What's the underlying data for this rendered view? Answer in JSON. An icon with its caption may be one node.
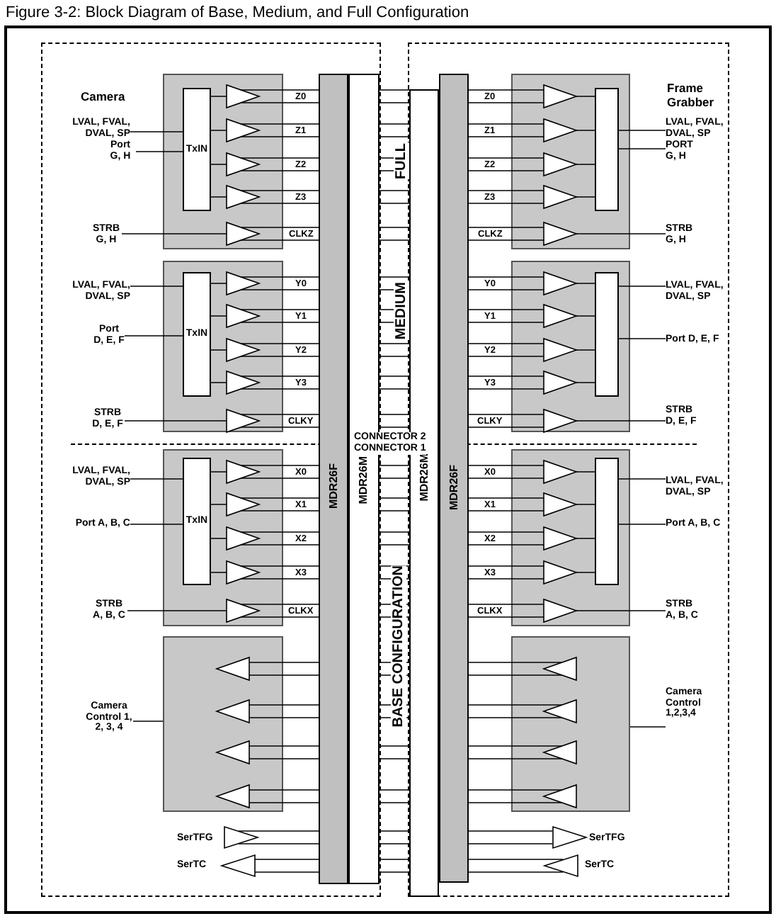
{
  "diagram": {
    "title": "Figure 3-2: Block Diagram of Base, Medium, and Full Configuration",
    "nodes": [
      {
        "text": [
          "Camera"
        ]
      },
      {
        "text": [
          "Frame Grabber"
        ]
      },
      {
        "text": [],
        "shape": "box",
        "in": 0
      },
      {
        "text": [
          "TxIN"
        ],
        "in": 2
      },
      {
        "text": [],
        "shape": "box",
        "in": 0
      },
      {
        "text": [
          "TxIN"
        ],
        "in": 4
      },
      {
        "text": [],
        "shape": "box",
        "in": 0
      },
      {
        "text": [
          "TxIN"
        ],
        "in": 6
      },
      {
        "text": [],
        "shape": "box",
        "in": 0
      },
      {
        "text": [
          "MDR26F"
        ],
        "in": 0
      },
      {
        "text": [
          "MDR26M"
        ],
        "in": 0
      },
      {
        "text": [
          "MDR26M"
        ],
        "in": 1
      },
      {
        "text": [
          "MDR26F"
        ],
        "in": 1
      },
      {
        "text": [],
        "shape": "box",
        "in": 1
      },
      {
        "text": [],
        "shape": "box",
        "in": 13
      },
      {
        "text": [],
        "shape": "box",
        "in": 1
      },
      {
        "text": [],
        "shape": "box",
        "in": 15
      },
      {
        "text": [],
        "shape": "box",
        "in": 1
      },
      {
        "text": [],
        "shape": "box",
        "in": 17
      },
      {
        "text": [],
        "shape": "box",
        "in": 1
      },
      {
        "text": [],
        "shape": "triangle",
        "in": 0,
        "beside": [
          "SerTFG"
        ]
      },
      {
        "text": [],
        "shape": "triangle",
        "in": 0,
        "beside": [
          "SerTC"
        ]
      },
      {
        "text": [],
        "shape": "triangle",
        "in": 1,
        "beside": [
          "SerTFG"
        ]
      },
      {
        "text": [],
        "shape": "triangle",
        "in": 1,
        "beside": [
          "SerTC"
        ]
      },
      {
        "text": [
          "LVAL, FVAL, DVAL, SP"
        ],
        "in": 0
      },
      {
        "text": [
          "Port G, H"
        ],
        "in": 0
      },
      {
        "text": [
          "STRB G, H"
        ],
        "in": 0
      },
      {
        "text": [
          "LVAL, FVAL, DVAL, SP"
        ],
        "in": 0
      },
      {
        "text": [
          "Port D, E, F"
        ],
        "in": 0
      },
      {
        "text": [
          "STRB D, E, F"
        ],
        "in": 0
      },
      {
        "text": [
          "LVAL, FVAL, DVAL, SP"
        ],
        "in": 0
      },
      {
        "text": [
          "Port A, B, C"
        ],
        "in": 0
      },
      {
        "text": [
          "STRB A, B, C"
        ],
        "in": 0
      },
      {
        "text": [
          "Camera Control 1, 2, 3, 4"
        ],
        "in": 0
      },
      {
        "text": [
          "LVAL, FVAL, DVAL, SP"
        ],
        "in": 1
      },
      {
        "text": [
          "PORT G, H"
        ],
        "in": 1
      },
      {
        "text": [
          "STRB G, H"
        ],
        "in": 1
      },
      {
        "text": [
          "LVAL, FVAL, DVAL, SP"
        ],
        "in": 1
      },
      {
        "text": [
          "Port D, E, F"
        ],
        "in": 1
      },
      {
        "text": [
          "STRB D, E, F"
        ],
        "in": 1
      },
      {
        "text": [
          "LVAL, FVAL, DVAL, SP"
        ],
        "in": 1
      },
      {
        "text": [
          "Port A, B, C"
        ],
        "in": 1
      },
      {
        "text": [
          "STRB A, B, C"
        ],
        "in": 1
      },
      {
        "text": [
          "Camera Control 1,2,3,4"
        ],
        "in": 1
      }
    ],
    "edges": [
      {
        "from": 24,
        "to": 3,
        "arrow": "none"
      },
      {
        "from": 25,
        "to": 3,
        "arrow": "none"
      },
      {
        "from": 26,
        "to": 2,
        "arrow": "none"
      },
      {
        "from": 27,
        "to": 5,
        "arrow": "none"
      },
      {
        "from": 28,
        "to": 5,
        "arrow": "none"
      },
      {
        "from": 29,
        "to": 4,
        "arrow": "none"
      },
      {
        "from": 30,
        "to": 7,
        "arrow": "none"
      },
      {
        "from": 31,
        "to": 7,
        "arrow": "none"
      },
      {
        "from": 32,
        "to": 6,
        "arrow": "none"
      },
      {
        "from": 33,
        "to": 8,
        "arrow": "none"
      },
      {
        "from": 14,
        "to": 34,
        "arrow": "none"
      },
      {
        "from": 14,
        "to": 35,
        "arrow": "none"
      },
      {
        "from": 13,
        "to": 36,
        "arrow": "none"
      },
      {
        "from": 16,
        "to": 37,
        "arrow": "none"
      },
      {
        "from": 16,
        "to": 38,
        "arrow": "none"
      },
      {
        "from": 15,
        "to": 39,
        "arrow": "none"
      },
      {
        "from": 18,
        "to": 40,
        "arrow": "none"
      },
      {
        "from": 18,
        "to": 41,
        "arrow": "none"
      },
      {
        "from": 17,
        "to": 42,
        "arrow": "none"
      },
      {
        "from": 19,
        "to": 43,
        "arrow": "none"
      },
      {
        "from": 2,
        "to": 9,
        "arrow": "none",
        "label": "Z0"
      },
      {
        "from": 2,
        "to": 9,
        "arrow": "none",
        "label": "Z1"
      },
      {
        "from": 2,
        "to": 9,
        "arrow": "none",
        "label": "Z2"
      },
      {
        "from": 2,
        "to": 9,
        "arrow": "none",
        "label": "Z3"
      },
      {
        "from": 2,
        "to": 9,
        "arrow": "none",
        "label": "CLKZ"
      },
      {
        "from": 4,
        "to": 9,
        "arrow": "none",
        "label": "Y0"
      },
      {
        "from": 4,
        "to": 9,
        "arrow": "none",
        "label": "Y1"
      },
      {
        "from": 4,
        "to": 9,
        "arrow": "none",
        "label": "Y2"
      },
      {
        "from": 4,
        "to": 9,
        "arrow": "none",
        "label": "Y3"
      },
      {
        "from": 4,
        "to": 9,
        "arrow": "none",
        "label": "CLKY"
      },
      {
        "from": 6,
        "to": 9,
        "arrow": "none",
        "label": "X0"
      },
      {
        "from": 6,
        "to": 9,
        "arrow": "none",
        "label": "X1"
      },
      {
        "from": 6,
        "to": 9,
        "arrow": "none",
        "label": "X2"
      },
      {
        "from": 6,
        "to": 9,
        "arrow": "none",
        "label": "X3"
      },
      {
        "from": 6,
        "to": 9,
        "arrow": "none",
        "label": "CLKX"
      },
      {
        "from": 12,
        "to": 13,
        "arrow": "none",
        "label": "Z0"
      },
      {
        "from": 12,
        "to": 13,
        "arrow": "none",
        "label": "Z1"
      },
      {
        "from": 12,
        "to": 13,
        "arrow": "none",
        "label": "Z2"
      },
      {
        "from": 12,
        "to": 13,
        "arrow": "none",
        "label": "Z3"
      },
      {
        "from": 12,
        "to": 13,
        "arrow": "none",
        "label": "CLKZ"
      },
      {
        "from": 12,
        "to": 15,
        "arrow": "none",
        "label": "Y0"
      },
      {
        "from": 12,
        "to": 15,
        "arrow": "none",
        "label": "Y1"
      },
      {
        "from": 12,
        "to": 15,
        "arrow": "none",
        "label": "Y2"
      },
      {
        "from": 12,
        "to": 15,
        "arrow": "none",
        "label": "Y3"
      },
      {
        "from": 12,
        "to": 15,
        "arrow": "none",
        "label": "CLKY"
      },
      {
        "from": 12,
        "to": 17,
        "arrow": "none",
        "label": "X0"
      },
      {
        "from": 12,
        "to": 17,
        "arrow": "none",
        "label": "X1"
      },
      {
        "from": 12,
        "to": 17,
        "arrow": "none",
        "label": "X2"
      },
      {
        "from": 12,
        "to": 17,
        "arrow": "none",
        "label": "X3"
      },
      {
        "from": 12,
        "to": 17,
        "arrow": "none",
        "label": "CLKX"
      },
      {
        "from": 9,
        "to": 8,
        "arrow": "none"
      },
      {
        "from": 9,
        "to": 8,
        "arrow": "none"
      },
      {
        "from": 9,
        "to": 8,
        "arrow": "none"
      },
      {
        "from": 9,
        "to": 8,
        "arrow": "none"
      },
      {
        "from": 19,
        "to": 12,
        "arrow": "none"
      },
      {
        "from": 19,
        "to": 12,
        "arrow": "none"
      },
      {
        "from": 19,
        "to": 12,
        "arrow": "none"
      },
      {
        "from": 19,
        "to": 12,
        "arrow": "none"
      },
      {
        "from": 20,
        "to": 9,
        "arrow": "none"
      },
      {
        "from": 9,
        "to": 21,
        "arrow": "none"
      },
      {
        "from": 12,
        "to": 22,
        "arrow": "none"
      },
      {
        "from": 23,
        "to": 12,
        "arrow": "none"
      },
      {
        "from": 10,
        "to": 11,
        "arrow": "none"
      },
      {
        "from": 10,
        "to": 11,
        "arrow": "none"
      },
      {
        "from": 10,
        "to": 11,
        "arrow": "none"
      },
      {
        "from": 10,
        "to": 11,
        "arrow": "none"
      },
      {
        "from": 10,
        "to": 11,
        "arrow": "none"
      },
      {
        "from": 10,
        "to": 11,
        "arrow": "none"
      },
      {
        "from": 10,
        "to": 11,
        "arrow": "none"
      },
      {
        "from": 10,
        "to": 11,
        "arrow": "none"
      },
      {
        "from": 10,
        "to": 11,
        "arrow": "none"
      },
      {
        "from": 10,
        "to": 11,
        "arrow": "none"
      },
      {
        "from": 10,
        "to": 11,
        "arrow": "none"
      },
      {
        "from": 10,
        "to": 11,
        "arrow": "none"
      },
      {
        "from": 10,
        "to": 11,
        "arrow": "none"
      },
      {
        "from": 10,
        "to": 11,
        "arrow": "none"
      },
      {
        "from": 10,
        "to": 11,
        "arrow": "none"
      },
      {
        "from": 10,
        "to": 11,
        "arrow": "none"
      },
      {
        "from": 10,
        "to": 11,
        "arrow": "none"
      },
      {
        "from": 10,
        "to": 11,
        "arrow": "none"
      },
      {
        "from": 10,
        "to": 11,
        "arrow": "none"
      },
      {
        "from": 10,
        "to": 11,
        "arrow": "none"
      },
      {
        "from": 10,
        "to": 11,
        "arrow": "none"
      }
    ],
    "labels": [
      "FULL",
      "MEDIUM",
      "CONNECTOR 2",
      "CONNECTOR 1",
      "BASE CONFIGURATION"
    ]
  }
}
